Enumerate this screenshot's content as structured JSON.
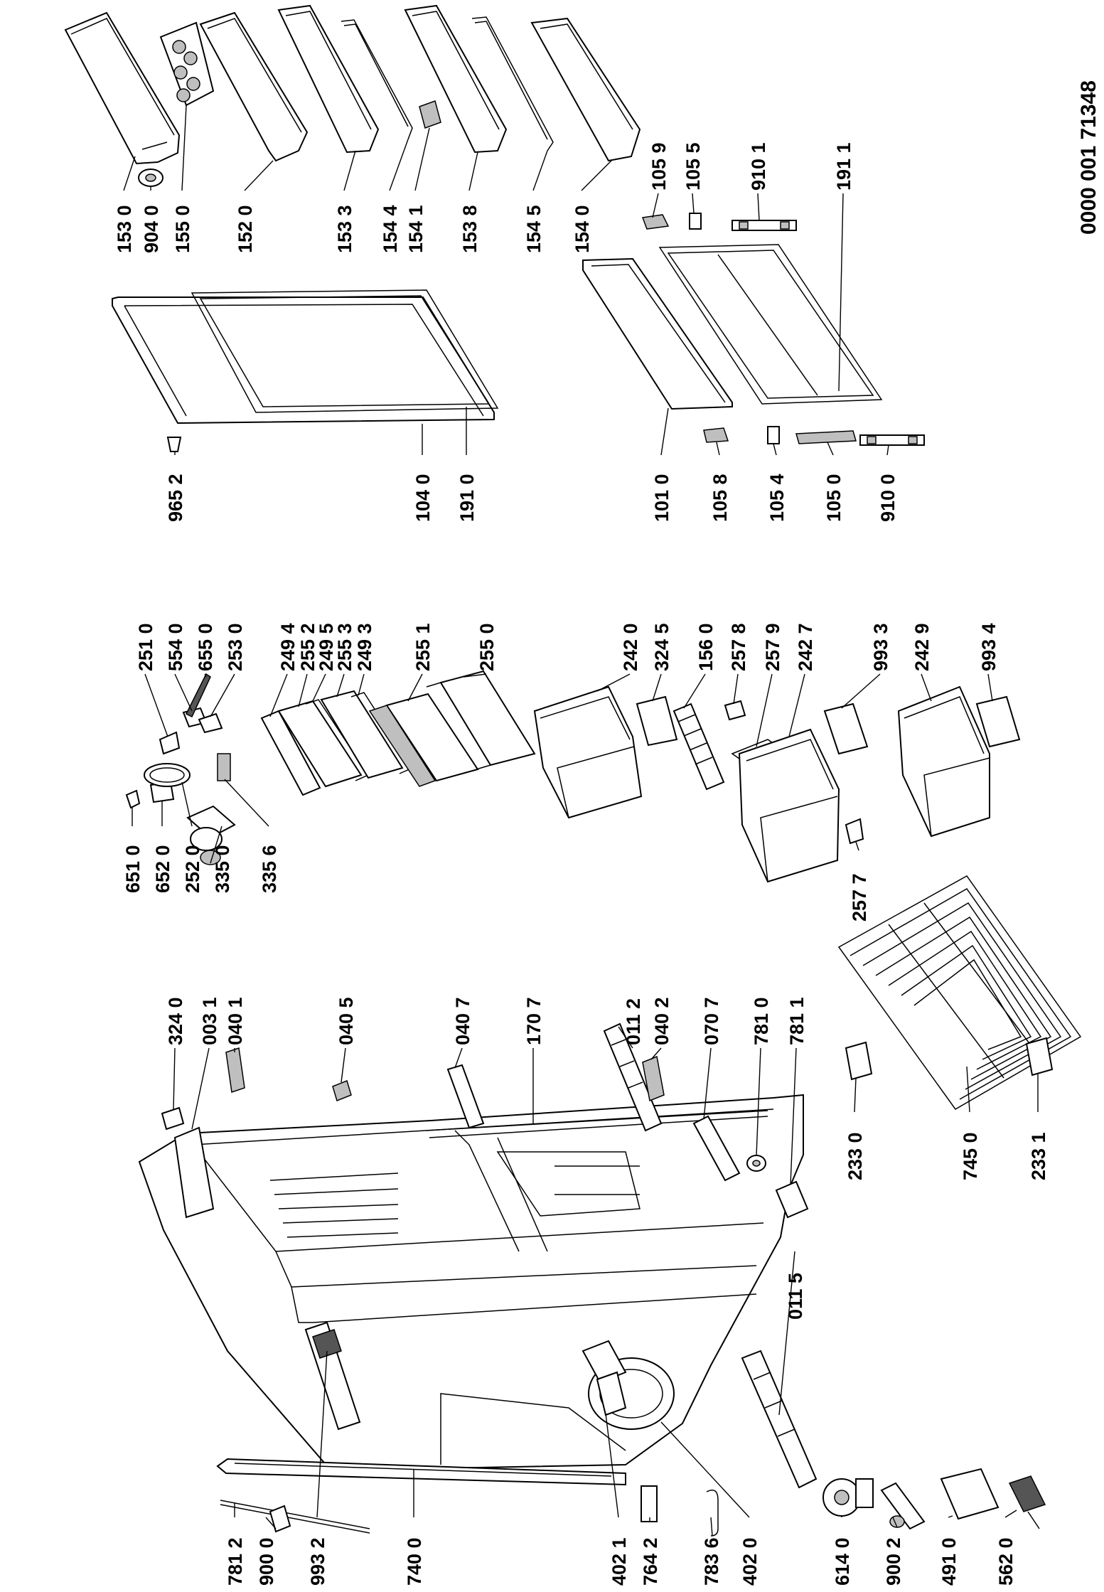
{
  "document_id": "0000 001 71348",
  "labels": {
    "l_153_0": "153 0",
    "l_904_0": "904 0",
    "l_155_0": "155 0",
    "l_152_0": "152 0",
    "l_153_3": "153 3",
    "l_154_4": "154 4",
    "l_154_1": "154 1",
    "l_153_8": "153 8",
    "l_154_5": "154 5",
    "l_154_0": "154 0",
    "l_105_9": "105 9",
    "l_105_5": "105 5",
    "l_910_1": "910 1",
    "l_191_1": "191 1",
    "l_965_2": "965 2",
    "l_104_0": "104 0",
    "l_191_0": "191 0",
    "l_101_0": "101 0",
    "l_105_8": "105 8",
    "l_105_4": "105 4",
    "l_105_0": "105 0",
    "l_910_0": "910 0",
    "l_251_0": "251 0",
    "l_554_0": "554 0",
    "l_655_0": "655 0",
    "l_253_0": "253 0",
    "l_249_4": "249 4",
    "l_255_2": "255 2",
    "l_249_5": "249 5",
    "l_255_3": "255 3",
    "l_249_3": "249 3",
    "l_255_1": "255 1",
    "l_255_0": "255 0",
    "l_242_0": "242 0",
    "l_324_5": "324 5",
    "l_156_0": "156 0",
    "l_257_8": "257 8",
    "l_257_9": "257 9",
    "l_242_7": "242 7",
    "l_993_3": "993 3",
    "l_242_9": "242 9",
    "l_993_4": "993 4",
    "l_651_0": "651 0",
    "l_652_0": "652 0",
    "l_252_0": "252 0",
    "l_335_0": "335 0",
    "l_335_6": "335 6",
    "l_257_7": "257 7",
    "l_324_0": "324 0",
    "l_003_1": "003 1",
    "l_040_1": "040 1",
    "l_040_5": "040 5",
    "l_040_7": "040 7",
    "l_170_7": "170 7",
    "l_011_2": "011 2",
    "l_040_2": "040 2",
    "l_070_7": "070 7",
    "l_781_0": "781 0",
    "l_781_1": "781 1",
    "l_233_0": "233 0",
    "l_745_0": "745 0",
    "l_233_1": "233 1",
    "l_011_5": "011 5",
    "l_781_2": "781 2",
    "l_900_0": "900 0",
    "l_993_2": "993 2",
    "l_740_0": "740 0",
    "l_402_1": "402 1",
    "l_764_2": "764 2",
    "l_783_6": "783 6",
    "l_402_0": "402 0",
    "l_614_0": "614 0",
    "l_900_2": "900 2",
    "l_491_0": "491 0",
    "l_562_0": "562 0"
  }
}
